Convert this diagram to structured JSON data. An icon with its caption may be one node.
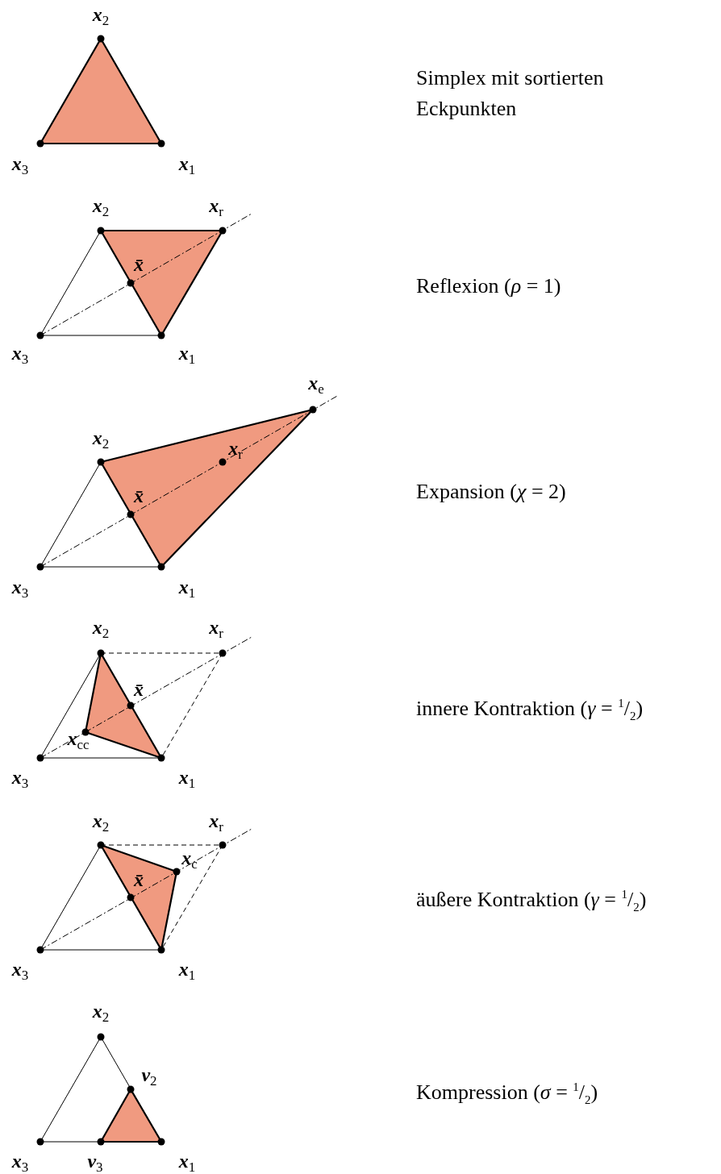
{
  "diagram": {
    "labels": [
      "*x*$_{2}$",
      "Simplex mit sortierten Eckpunkten",
      "*x*$_{3}$",
      "*x*$_{1}$",
      "*x*$_{2}$",
      "*x*$_{r}$",
      "*x̄*",
      "Reflexion (*ρ* = 1)",
      "*x*$_{3}$",
      "*x*$_{1}$",
      "*x*$_{e}$",
      "*x*$_{2}$",
      "*x*$_{r}$",
      "*x̄*",
      "Expansion (*χ* = 2)",
      "*x*$_{3}$",
      "*x*$_{1}$",
      "*x*$_{2}$",
      "*x*$_{r}$",
      "*x̄*",
      "innere Kontraktion (*γ* = $^{1}$/$_{2}$)",
      "*x*$_{cc}$",
      "*x*$_{3}$",
      "*x*$_{1}$",
      "*x*$_{2}$",
      "*x*$_{r}$",
      "*x*$_{c}$",
      "*x̄*",
      "äußere Kontraktion (*γ* = $^{1}$/$_{2}$)",
      "*x*$_{3}$",
      "*x*$_{1}$",
      "*x*$_{2}$",
      "*v*$_{2}$",
      "Kompression (*σ* = $^{1}$/$_{2}$)",
      "*x*$_{3}$",
      "*v*$_{3}$",
      "*x*$_{1}$"
    ]
  }
}
